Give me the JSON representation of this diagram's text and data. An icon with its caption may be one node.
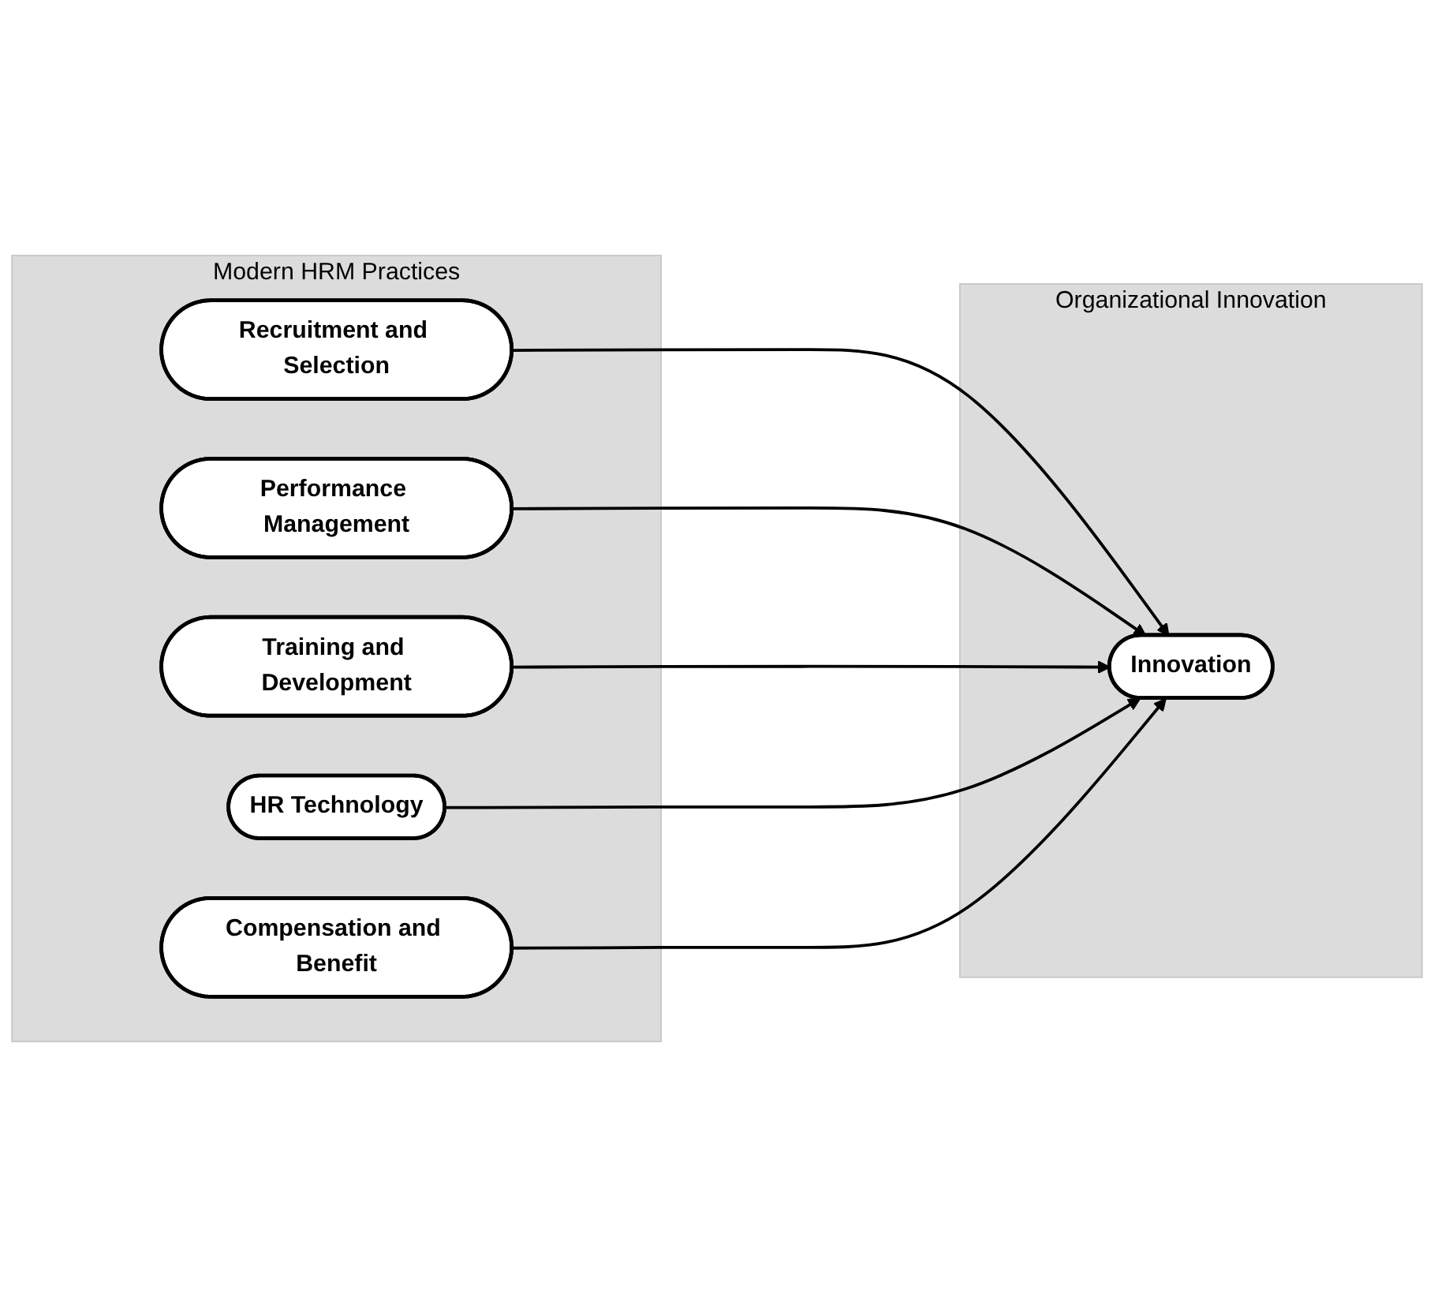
{
  "diagram": {
    "nodes": [
      {
        "text": [
          "Modern HRM Practices"
        ]
      },
      {
        "text": [
          "Recruitment and Selection"
        ],
        "in": 0
      },
      {
        "text": [
          "Performance Management"
        ],
        "in": 0
      },
      {
        "text": [
          "Training and Development"
        ],
        "in": 0
      },
      {
        "text": [
          "HR Technology"
        ],
        "in": 0
      },
      {
        "text": [
          "Compensation and Benefit"
        ],
        "in": 0
      },
      {
        "text": [
          "Organizational Innovation"
        ]
      },
      {
        "text": [
          "Innovation"
        ],
        "in": 6
      }
    ],
    "edges": [
      {
        "from": 1,
        "to": 7,
        "arrow": "to"
      },
      {
        "from": 2,
        "to": 7,
        "arrow": "to"
      },
      {
        "from": 3,
        "to": 7,
        "arrow": "to"
      },
      {
        "from": 4,
        "to": 7,
        "arrow": "to"
      },
      {
        "from": 5,
        "to": 7,
        "arrow": "to"
      }
    ]
  }
}
